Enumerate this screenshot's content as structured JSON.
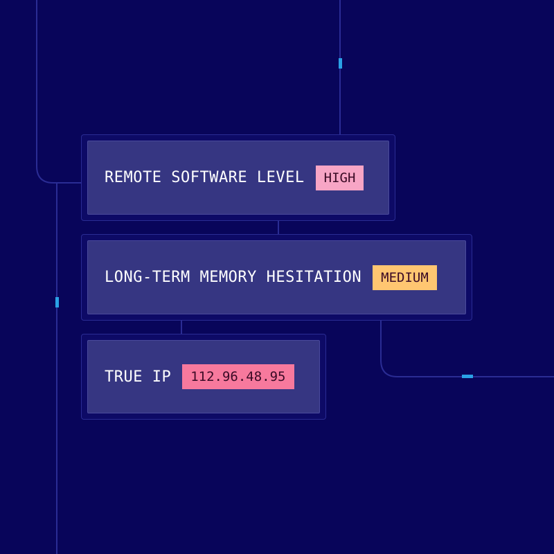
{
  "colors": {
    "background": "#08055a",
    "line": "#2a2c94",
    "card": "#363682",
    "high_badge": "#f7a5c5",
    "medium_badge": "#ffc671",
    "ip_badge": "#f7799d",
    "accent_tick": "#2aa2e6"
  },
  "cards": [
    {
      "label": "REMOTE SOFTWARE LEVEL",
      "badge": "HIGH"
    },
    {
      "label": "LONG-TERM MEMORY HESITATION",
      "badge": "MEDIUM"
    },
    {
      "label": "TRUE IP",
      "badge": "112.96.48.95"
    }
  ]
}
